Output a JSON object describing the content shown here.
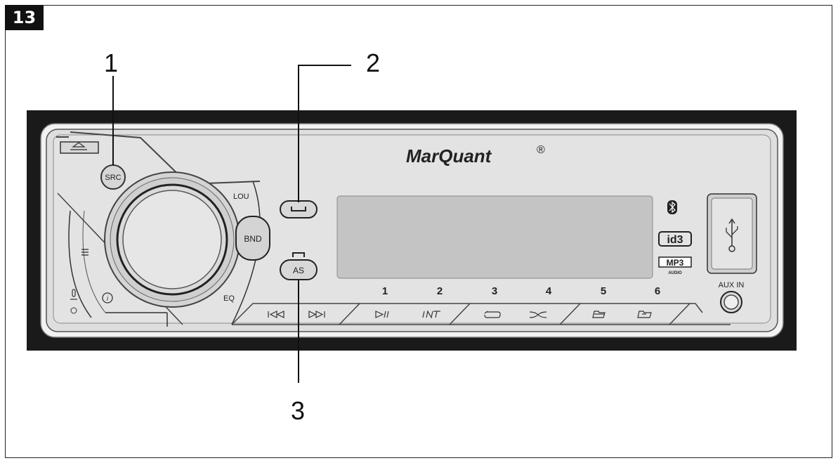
{
  "figure": {
    "number": "13"
  },
  "callouts": {
    "c1": "1",
    "c2": "2",
    "c3": "3"
  },
  "radio": {
    "brand": "MarQuant",
    "trademark": "®",
    "buttons": {
      "src": "SRC",
      "bnd": "BND",
      "as": "AS",
      "lou": "LOU",
      "eq": "EQ",
      "aux_in": "AUX IN"
    },
    "presets": [
      "1",
      "2",
      "3",
      "4",
      "5",
      "6"
    ],
    "logos": {
      "id3": "id3",
      "mp3": "MP3",
      "audio": "AUDIO"
    },
    "icons": [
      "eject-icon",
      "menu-icon",
      "info-icon",
      "microphone-icon",
      "bluetooth-icon",
      "usb-icon",
      "skip-back-icon",
      "skip-forward-icon",
      "play-pause-icon",
      "repeat-icon",
      "shuffle-icon",
      "folder-down-icon",
      "folder-up-icon",
      "call-end-icon",
      "call-accept-icon"
    ]
  },
  "colors": {
    "panel": "#dedede",
    "bezel": "#1a1a1a",
    "display": "#c4c4c4"
  }
}
